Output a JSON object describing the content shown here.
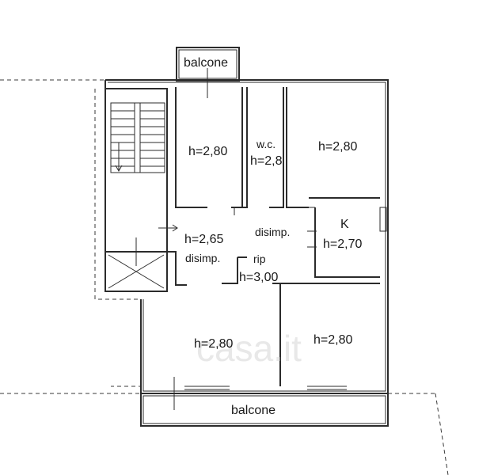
{
  "plan": {
    "labels": {
      "balcone_top": "balcone",
      "balcone_bottom": "balcone",
      "room_top_left": "h=2,80",
      "wc_name": "w.c.",
      "wc_height": "h=2,8",
      "room_top_right": "h=2,80",
      "disimp_right": "disimp.",
      "kitchen_name": "K",
      "kitchen_height": "h=2,70",
      "hall_height": "h=2,65",
      "disimp_left": "disimp.",
      "rip_name": "rip",
      "rip_height": "h=3,00",
      "room_bottom_left": "h=2,80",
      "room_bottom_right": "h=2,80"
    },
    "watermark": "casa.it"
  }
}
